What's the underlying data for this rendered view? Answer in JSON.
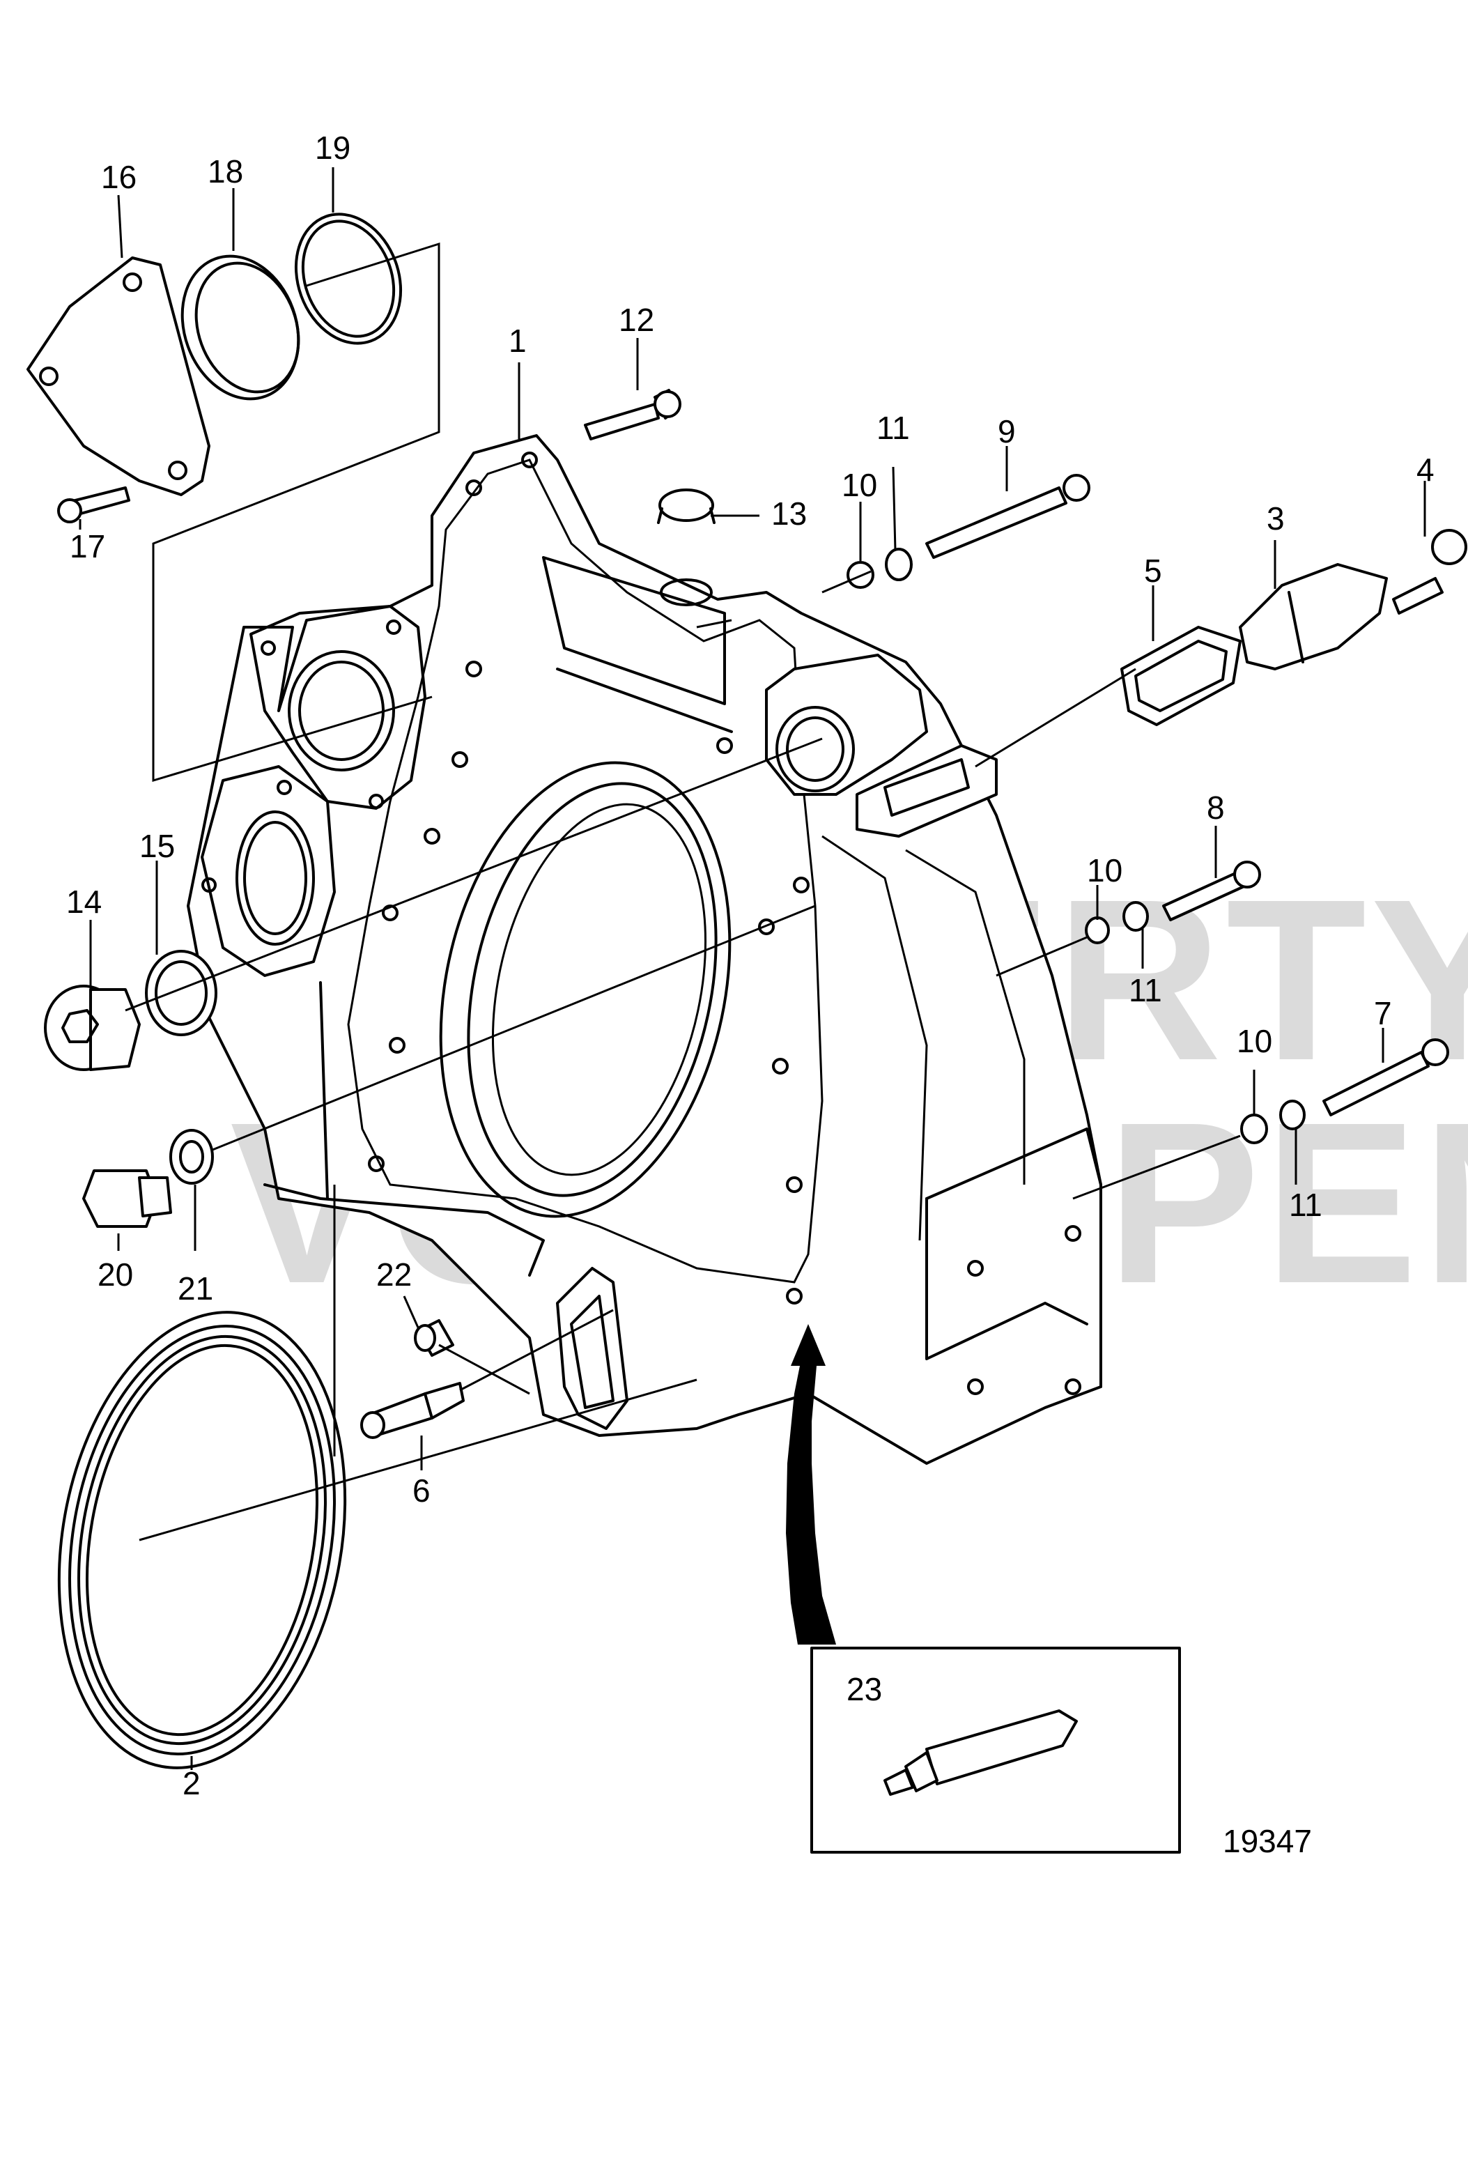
{
  "watermark": {
    "line1": "PROPERTY OF",
    "line2": "VOLVO PENTA"
  },
  "figure_number": "19347",
  "callouts": [
    "1",
    "2",
    "3",
    "4",
    "5",
    "6",
    "7",
    "8",
    "9",
    "10",
    "10",
    "10",
    "11",
    "11",
    "11",
    "12",
    "13",
    "14",
    "15",
    "16",
    "17",
    "18",
    "19",
    "20",
    "21",
    "22",
    "23"
  ],
  "labels": {
    "c1": "1",
    "c2": "2",
    "c3": "3",
    "c4": "4",
    "c5": "5",
    "c6": "6",
    "c7": "7",
    "c8": "8",
    "c9": "9",
    "c10a": "10",
    "c10b": "10",
    "c10c": "10",
    "c11a": "11",
    "c11b": "11",
    "c11c": "11",
    "c12": "12",
    "c13": "13",
    "c14": "14",
    "c15": "15",
    "c16": "16",
    "c17": "17",
    "c18": "18",
    "c19": "19",
    "c20": "20",
    "c21": "21",
    "c22": "22",
    "c23": "23"
  }
}
